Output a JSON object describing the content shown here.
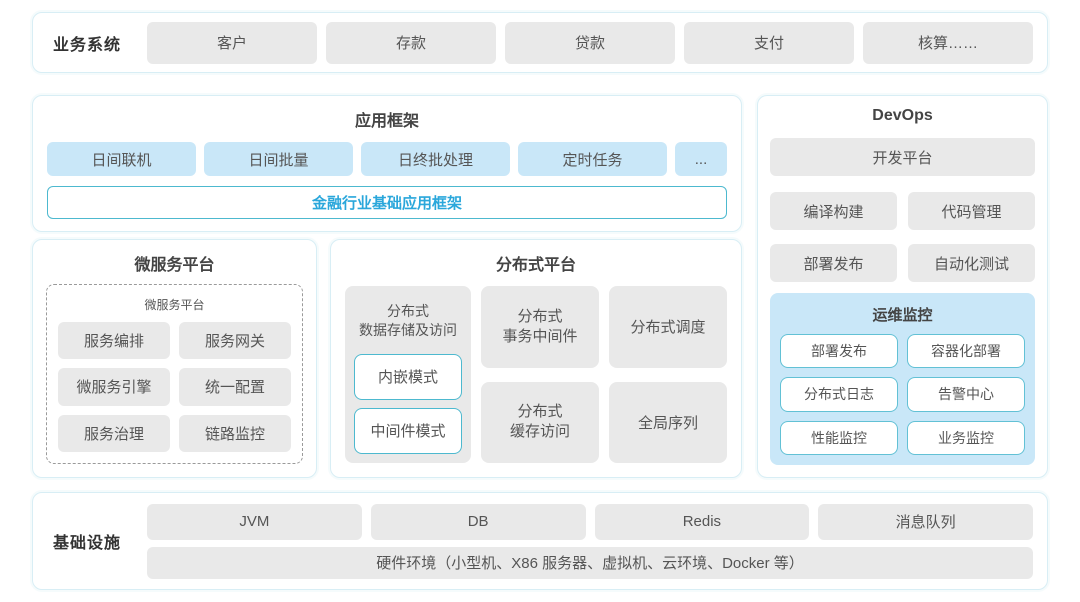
{
  "colors": {
    "panel_border": "#d8eef5",
    "gray_box": "#e9e9e9",
    "blue_box": "#c9e7f8",
    "teal_border": "#4db9cf",
    "accent_text": "#2aa7db"
  },
  "business": {
    "label": "业务系统",
    "items": [
      "客户",
      "存款",
      "贷款",
      "支付",
      "核算……"
    ]
  },
  "app_framework": {
    "title": "应用框架",
    "items": [
      "日间联机",
      "日间批量",
      "日终批处理",
      "定时任务",
      "..."
    ],
    "base": "金融行业基础应用框架"
  },
  "microservice": {
    "title": "微服务平台",
    "inner_title": "微服务平台",
    "items": [
      "服务编排",
      "服务网关",
      "微服务引擎",
      "统一配置",
      "服务治理",
      "链路监控"
    ]
  },
  "distributed": {
    "title": "分布式平台",
    "storage": {
      "title": "分布式\n数据存储及访问",
      "modes": [
        "内嵌模式",
        "中间件模式"
      ]
    },
    "middle": [
      "分布式\n事务中间件",
      "分布式\n缓存访问"
    ],
    "right": [
      "分布式调度",
      "全局序列"
    ]
  },
  "devops": {
    "title": "DevOps",
    "platform": "开发平台",
    "tools": [
      "编译构建",
      "代码管理",
      "部署发布",
      "自动化测试"
    ],
    "monitoring": {
      "title": "运维监控",
      "items": [
        "部署发布",
        "容器化部署",
        "分布式日志",
        "告警中心",
        "性能监控",
        "业务监控"
      ]
    }
  },
  "infrastructure": {
    "label": "基础设施",
    "items": [
      "JVM",
      "DB",
      "Redis",
      "消息队列"
    ],
    "hardware": "硬件环境（小型机、X86 服务器、虚拟机、云环境、Docker 等）"
  }
}
